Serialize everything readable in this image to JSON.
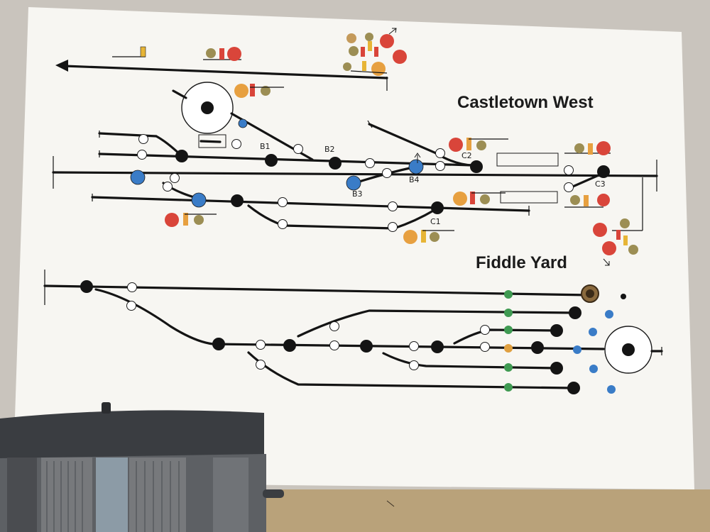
{
  "titles": {
    "station": "Castletown West",
    "fiddle_yard": "Fiddle Yard"
  },
  "annotations": {
    "b1": "B1",
    "b2": "B2",
    "b3": "B3",
    "b4": "B4",
    "c1": "C1",
    "c2": "C2",
    "c3": "C3"
  },
  "colors": {
    "track": "#141414",
    "point_blue": "#3a7cc7",
    "point_green": "#3f9a52",
    "point_amber": "#e0a040",
    "signal_red": "#d9453a",
    "signal_yellow": "#e7b536",
    "signal_green": "#9c8e54"
  }
}
